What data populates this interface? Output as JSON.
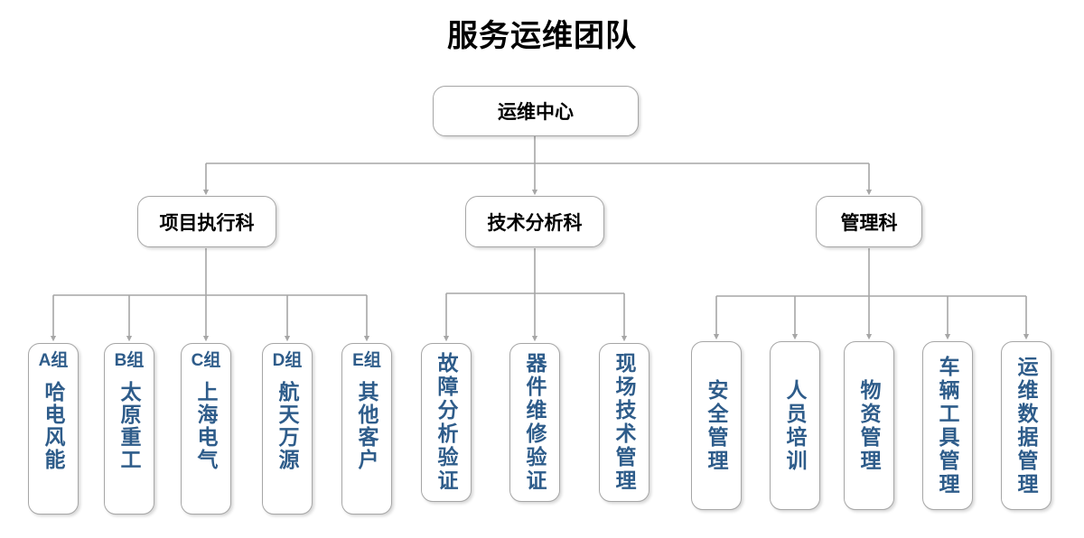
{
  "title": "服务运维团队",
  "colors": {
    "title_text": "#000000",
    "node_border": "#A6A6A6",
    "node_fill": "#FFFFFF",
    "leaf_text": "#2E5C8A",
    "connector": "#A6A6A6"
  },
  "root": {
    "label": "运维中心"
  },
  "departments": [
    {
      "id": "dept-project-execution",
      "label": "项目执行科"
    },
    {
      "id": "dept-technical-analysis",
      "label": "技术分析科"
    },
    {
      "id": "dept-management",
      "label": "管理科"
    }
  ],
  "groups": {
    "project_execution": [
      {
        "id": "team-a",
        "head": "A组",
        "body": "哈电风能"
      },
      {
        "id": "team-b",
        "head": "B组",
        "body": "太原重工"
      },
      {
        "id": "team-c",
        "head": "C组",
        "body": "上海电气"
      },
      {
        "id": "team-d",
        "head": "D组",
        "body": "航天万源"
      },
      {
        "id": "team-e",
        "head": "E组",
        "body": "其他客户"
      }
    ],
    "technical_analysis": [
      {
        "id": "fault-analysis-verification",
        "head": "",
        "body": "故障分析验证"
      },
      {
        "id": "component-repair-verification",
        "head": "",
        "body": "器件维修验证"
      },
      {
        "id": "onsite-technical-management",
        "head": "",
        "body": "现场技术管理"
      }
    ],
    "management": [
      {
        "id": "safety-management",
        "head": "",
        "body": "安全管理"
      },
      {
        "id": "personnel-training",
        "head": "",
        "body": "人员培训"
      },
      {
        "id": "material-management",
        "head": "",
        "body": "物资管理"
      },
      {
        "id": "vehicle-tool-management",
        "head": "",
        "body": "车辆工具管理"
      },
      {
        "id": "om-data-management",
        "head": "",
        "body": "运维数据管理"
      }
    ]
  }
}
